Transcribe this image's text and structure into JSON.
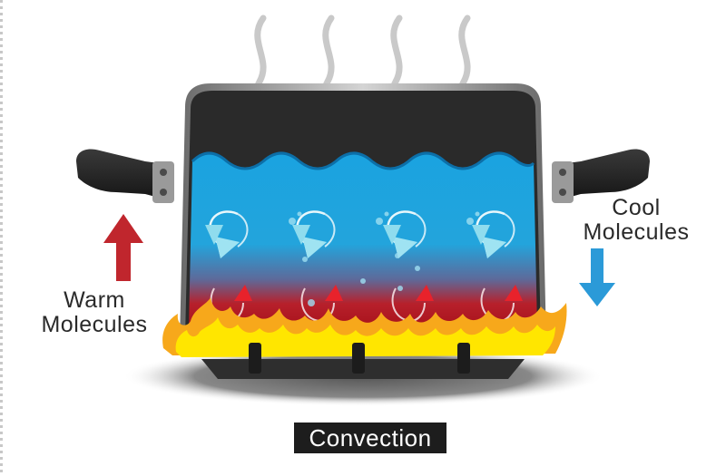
{
  "labels": {
    "warm_line1": "Warm",
    "warm_line2": "Molecules",
    "cool_line1": "Cool",
    "cool_line2": "Molecules",
    "caption": "Convection"
  },
  "colors": {
    "warm_arrow": "#c0262d",
    "cool_arrow": "#2b9ad8",
    "water_top": "#1aa3e0",
    "water_bottom": "#c0141c",
    "pot_body": "#2b2b2b",
    "flame_outer": "#f7a81b",
    "flame_inner": "#ffe600",
    "caption_bg": "#1d1d1d"
  },
  "icons": {
    "warm_arrow": "up-arrow-icon",
    "cool_arrow": "down-arrow-icon",
    "current_loop": "circular-arrow-icon"
  }
}
